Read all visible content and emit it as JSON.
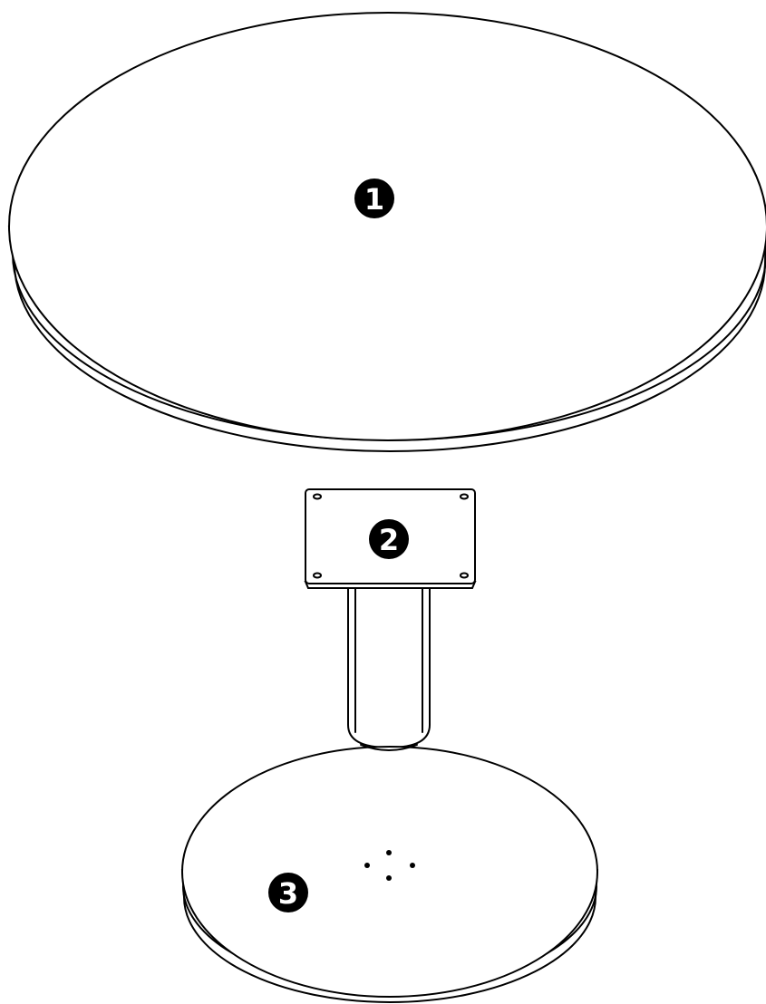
{
  "diagram": {
    "parts": [
      {
        "id": "tabletop",
        "callout": "1"
      },
      {
        "id": "mounting-plate",
        "callout": "2"
      },
      {
        "id": "base",
        "callout": "3"
      }
    ],
    "colors": {
      "stroke": "#000000",
      "background": "#ffffff",
      "badge": "#000000",
      "badge_text": "#ffffff"
    }
  }
}
